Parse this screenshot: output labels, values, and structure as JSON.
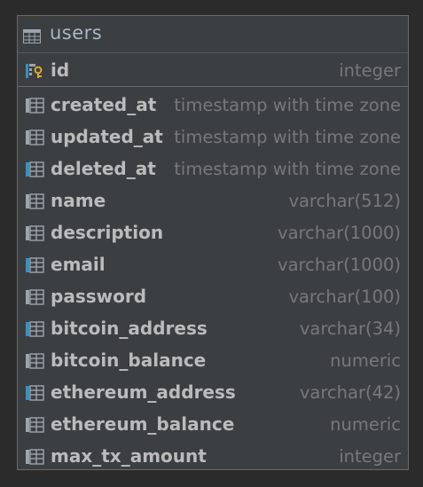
{
  "table": {
    "name": "users",
    "icon": "table-icon"
  },
  "primary_key": {
    "name": "id",
    "type": "integer",
    "icon": "primary-key-column-icon"
  },
  "columns": [
    {
      "name": "created_at",
      "type": "timestamp with time zone",
      "icon": "column-icon",
      "indexed": false
    },
    {
      "name": "updated_at",
      "type": "timestamp with time zone",
      "icon": "column-icon",
      "indexed": false
    },
    {
      "name": "deleted_at",
      "type": "timestamp with time zone",
      "icon": "indexed-column-icon",
      "indexed": true
    },
    {
      "name": "name",
      "type": "varchar(512)",
      "icon": "column-icon",
      "indexed": false
    },
    {
      "name": "description",
      "type": "varchar(1000)",
      "icon": "column-icon",
      "indexed": false
    },
    {
      "name": "email",
      "type": "varchar(1000)",
      "icon": "indexed-column-icon",
      "indexed": true
    },
    {
      "name": "password",
      "type": "varchar(100)",
      "icon": "column-icon",
      "indexed": false
    },
    {
      "name": "bitcoin_address",
      "type": "varchar(34)",
      "icon": "indexed-column-icon",
      "indexed": true
    },
    {
      "name": "bitcoin_balance",
      "type": "numeric",
      "icon": "column-icon",
      "indexed": false
    },
    {
      "name": "ethereum_address",
      "type": "varchar(42)",
      "icon": "indexed-column-icon",
      "indexed": true
    },
    {
      "name": "ethereum_balance",
      "type": "numeric",
      "icon": "column-icon",
      "indexed": false
    },
    {
      "name": "max_tx_amount",
      "type": "integer",
      "icon": "column-icon",
      "indexed": false
    }
  ],
  "colors": {
    "background": "#2b2b2b",
    "panel": "#3c3f41",
    "column_name": "#bbbbbb",
    "column_type": "#787878",
    "index_accent": "#3592c4",
    "key_accent": "#e0a82e"
  }
}
